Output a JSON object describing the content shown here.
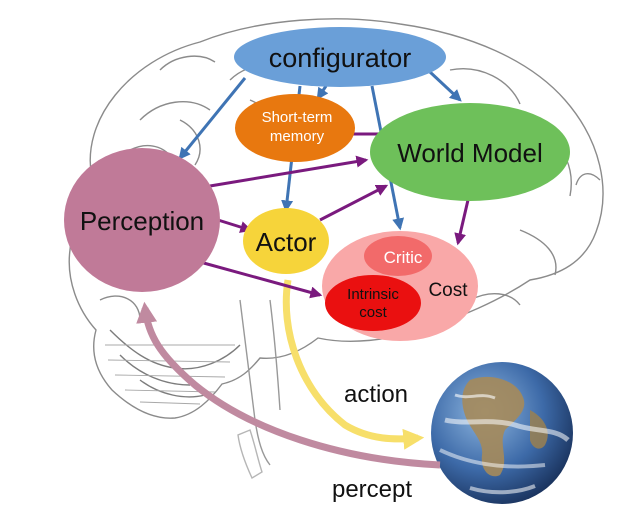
{
  "nodes": {
    "configurator": {
      "label": "configurator",
      "color": "#6a9fd8"
    },
    "short_term_memory": {
      "label_line1": "Short-term",
      "label_line2": "memory",
      "color": "#e8780f"
    },
    "world_model": {
      "label": "World Model",
      "color": "#6ec05a"
    },
    "perception": {
      "label": "Perception",
      "color": "#c07a98"
    },
    "actor": {
      "label": "Actor",
      "color": "#f6d43a"
    },
    "cost": {
      "label": "Cost",
      "color": "#f9a8a8"
    },
    "critic": {
      "label": "Critic",
      "color": "#f26a6a"
    },
    "intrinsic_cost": {
      "label_line1": "Intrinsic",
      "label_line2": "cost",
      "color": "#ea1010"
    }
  },
  "flows": {
    "action": {
      "label": "action",
      "color": "#f7df6a"
    },
    "percept": {
      "label": "percept",
      "color": "#c08aa0"
    }
  },
  "colors": {
    "config_arrow": "#3f74b4",
    "internal_arrow": "#7a1a7e"
  },
  "icons": {
    "brain": "brain-sketch",
    "earth": "earth-globe"
  }
}
